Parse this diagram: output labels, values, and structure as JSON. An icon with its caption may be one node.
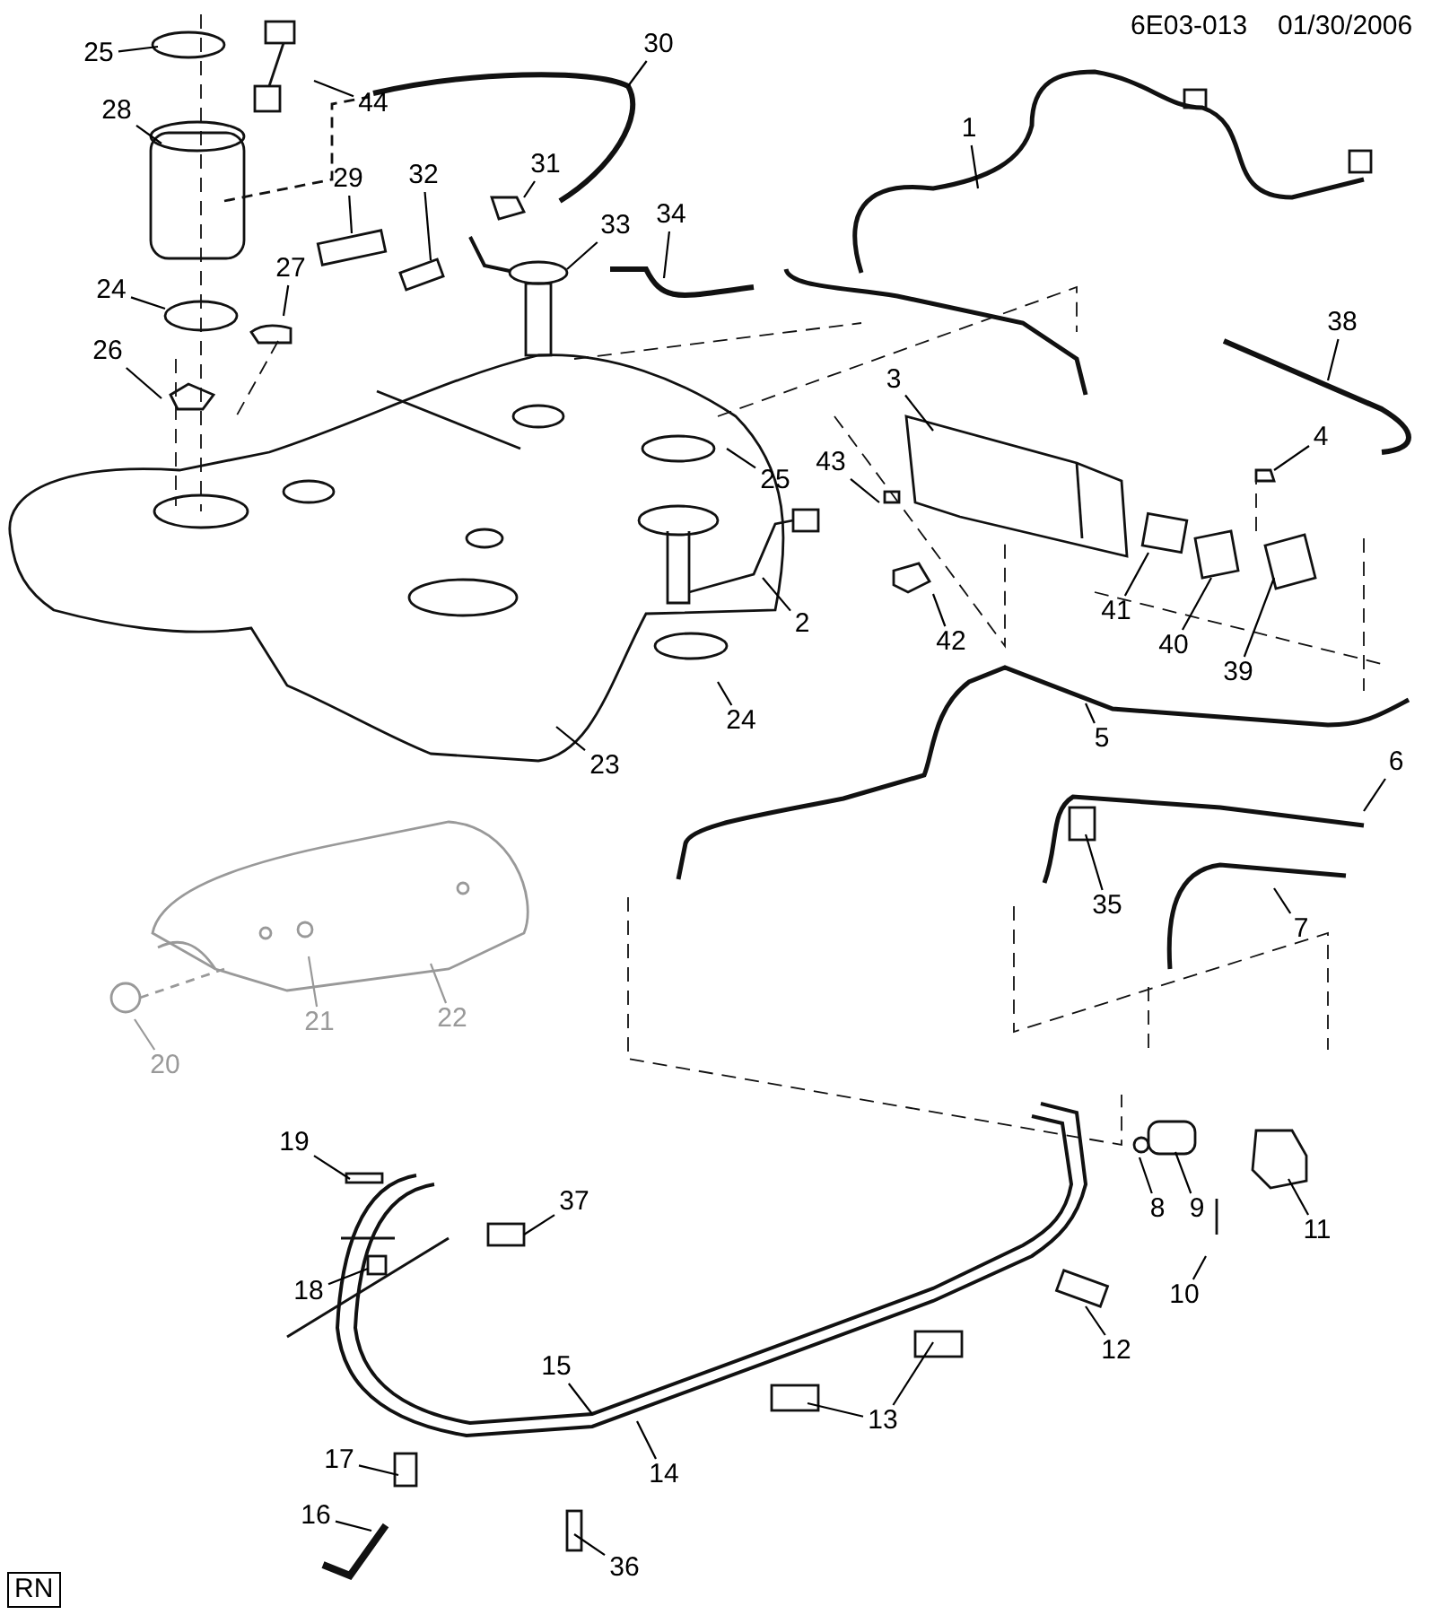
{
  "diagram": {
    "nodes": [
      {
        "text": [
          "1"
        ]
      },
      {
        "text": [
          "2"
        ]
      },
      {
        "text": [
          "3"
        ]
      },
      {
        "text": [
          "4"
        ]
      },
      {
        "text": [
          "5"
        ]
      },
      {
        "text": [
          "6"
        ]
      },
      {
        "text": [
          "7"
        ]
      },
      {
        "text": [
          "8"
        ]
      },
      {
        "text": [
          "9"
        ]
      },
      {
        "text": [
          "10"
        ]
      },
      {
        "text": [
          "11"
        ]
      },
      {
        "text": [
          "12"
        ]
      },
      {
        "text": [
          "13"
        ]
      },
      {
        "text": [
          "14"
        ]
      },
      {
        "text": [
          "15"
        ]
      },
      {
        "text": [
          "16"
        ]
      },
      {
        "text": [
          "17"
        ]
      },
      {
        "text": [
          "18"
        ]
      },
      {
        "text": [
          "19"
        ]
      },
      {
        "text": [
          "20"
        ]
      },
      {
        "text": [
          "21"
        ]
      },
      {
        "text": [
          "22"
        ]
      },
      {
        "text": [
          "23"
        ]
      },
      {
        "text": [
          "24"
        ]
      },
      {
        "text": [
          "24"
        ]
      },
      {
        "text": [
          "25"
        ]
      },
      {
        "text": [
          "25"
        ]
      },
      {
        "text": [
          "26"
        ]
      },
      {
        "text": [
          "27"
        ]
      },
      {
        "text": [
          "28"
        ]
      },
      {
        "text": [
          "29"
        ]
      },
      {
        "text": [
          "30"
        ]
      },
      {
        "text": [
          "31"
        ]
      },
      {
        "text": [
          "32"
        ]
      },
      {
        "text": [
          "33"
        ]
      },
      {
        "text": [
          "34"
        ]
      },
      {
        "text": [
          "35"
        ]
      },
      {
        "text": [
          "36"
        ]
      },
      {
        "text": [
          "37"
        ]
      },
      {
        "text": [
          "38"
        ]
      },
      {
        "text": [
          "39"
        ]
      },
      {
        "text": [
          "40"
        ]
      },
      {
        "text": [
          "41"
        ]
      },
      {
        "text": [
          "42"
        ]
      },
      {
        "text": [
          "43"
        ]
      },
      {
        "text": [
          "44"
        ]
      }
    ],
    "edges": [
      {
        "from": 0,
        "to": null,
        "arrow": "none"
      },
      {
        "from": 1,
        "to": null,
        "arrow": "none"
      },
      {
        "from": 2,
        "to": null,
        "arrow": "none"
      },
      {
        "from": 3,
        "to": null,
        "arrow": "none"
      },
      {
        "from": 4,
        "to": null,
        "arrow": "none"
      },
      {
        "from": 5,
        "to": null,
        "arrow": "none"
      },
      {
        "from": 6,
        "to": null,
        "arrow": "none"
      },
      {
        "from": 7,
        "to": null,
        "arrow": "none"
      },
      {
        "from": 8,
        "to": null,
        "arrow": "none"
      },
      {
        "from": 9,
        "to": null,
        "arrow": "none"
      },
      {
        "from": 10,
        "to": null,
        "arrow": "none"
      },
      {
        "from": 11,
        "to": null,
        "arrow": "none"
      },
      {
        "from": 12,
        "to": null,
        "arrow": "none"
      },
      {
        "from": 13,
        "to": null,
        "arrow": "none"
      },
      {
        "from": 14,
        "to": null,
        "arrow": "none"
      },
      {
        "from": 15,
        "to": null,
        "arrow": "none"
      },
      {
        "from": 16,
        "to": null,
        "arrow": "none"
      },
      {
        "from": 17,
        "to": null,
        "arrow": "none"
      },
      {
        "from": 18,
        "to": null,
        "arrow": "none"
      },
      {
        "from": 19,
        "to": null,
        "arrow": "none",
        "color": "#999999"
      },
      {
        "from": 20,
        "to": null,
        "arrow": "none",
        "color": "#999999"
      },
      {
        "from": 21,
        "to": null,
        "arrow": "none",
        "color": "#999999"
      },
      {
        "from": 22,
        "to": null,
        "arrow": "none"
      },
      {
        "from": 23,
        "to": null,
        "arrow": "none"
      },
      {
        "from": 24,
        "to": null,
        "arrow": "none"
      },
      {
        "from": 25,
        "to": null,
        "arrow": "none"
      },
      {
        "from": 26,
        "to": null,
        "arrow": "none"
      },
      {
        "from": 27,
        "to": null,
        "arrow": "none"
      },
      {
        "from": 28,
        "to": null,
        "arrow": "none"
      },
      {
        "from": 29,
        "to": null,
        "arrow": "none"
      },
      {
        "from": 30,
        "to": null,
        "arrow": "none"
      },
      {
        "from": 31,
        "to": null,
        "arrow": "none"
      },
      {
        "from": 32,
        "to": null,
        "arrow": "none"
      },
      {
        "from": 33,
        "to": null,
        "arrow": "none"
      },
      {
        "from": 34,
        "to": null,
        "arrow": "none"
      },
      {
        "from": 35,
        "to": null,
        "arrow": "none"
      },
      {
        "from": 36,
        "to": null,
        "arrow": "none"
      },
      {
        "from": 37,
        "to": null,
        "arrow": "none"
      },
      {
        "from": 38,
        "to": null,
        "arrow": "none"
      },
      {
        "from": 39,
        "to": null,
        "arrow": "none"
      },
      {
        "from": 40,
        "to": null,
        "arrow": "none"
      },
      {
        "from": 41,
        "to": null,
        "arrow": "none"
      },
      {
        "from": 42,
        "to": null,
        "arrow": "none"
      },
      {
        "from": 43,
        "to": null,
        "arrow": "none"
      },
      {
        "from": 44,
        "to": null,
        "arrow": "none"
      },
      {
        "from": 45,
        "to": null,
        "arrow": "none"
      },
      {
        "from": 12,
        "to": null,
        "arrow": "none"
      }
    ],
    "labels": [
      "6E03-013",
      "01/30/2006",
      "RN"
    ]
  }
}
